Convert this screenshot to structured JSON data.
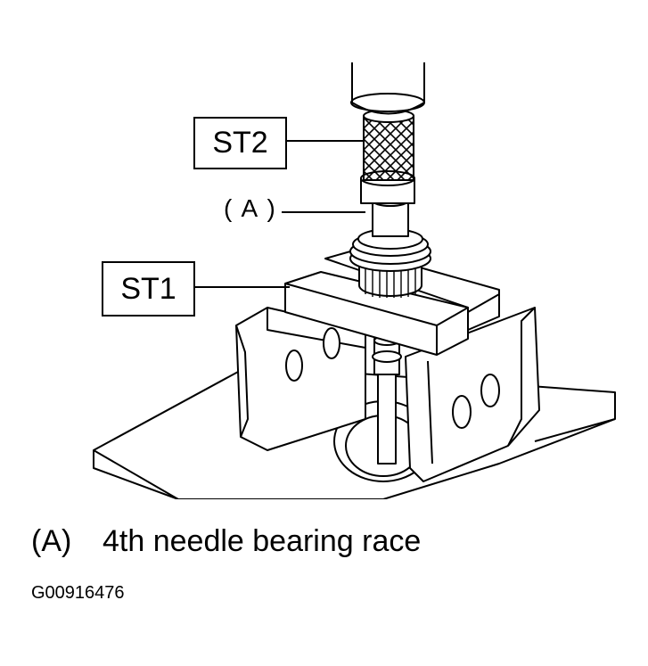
{
  "callouts": {
    "st2": "ST2",
    "st1": "ST1",
    "a": "( A )"
  },
  "legend": {
    "key": "(A)",
    "description": "4th needle bearing race"
  },
  "figure_id": "G00916476"
}
